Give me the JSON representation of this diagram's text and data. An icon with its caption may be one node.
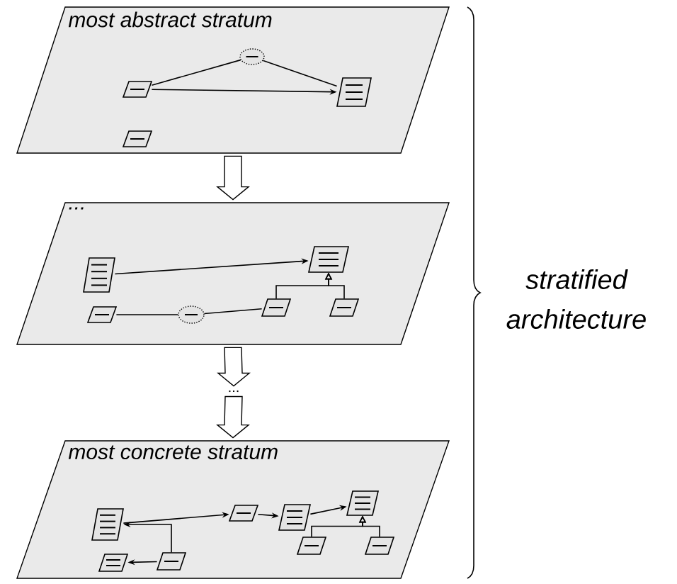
{
  "diagram": {
    "nodes": [
      {
        "text": [
          "most abstract stratum"
        ]
      },
      {
        "text": [],
        "shape": "box",
        "in": 0
      },
      {
        "text": [],
        "shape": "ellipse",
        "in": 0
      },
      {
        "text": [],
        "shape": "box",
        "in": 0
      },
      {
        "text": [],
        "shape": "box",
        "in": 0
      },
      {
        "text": [
          "..."
        ]
      },
      {
        "text": [],
        "shape": "box",
        "in": 5
      },
      {
        "text": [],
        "shape": "box",
        "in": 5
      },
      {
        "text": [],
        "shape": "box",
        "in": 5
      },
      {
        "text": [],
        "shape": "ellipse",
        "in": 5
      },
      {
        "text": [],
        "shape": "box",
        "in": 5
      },
      {
        "text": [],
        "shape": "box",
        "in": 5
      },
      {
        "text": [
          "..."
        ]
      },
      {
        "text": [
          "most concrete stratum"
        ]
      },
      {
        "text": [],
        "shape": "box",
        "in": 13
      },
      {
        "text": [],
        "shape": "box",
        "in": 13
      },
      {
        "text": [],
        "shape": "box",
        "in": 13
      },
      {
        "text": [],
        "shape": "box",
        "in": 13
      },
      {
        "text": [],
        "shape": "box",
        "in": 13
      },
      {
        "text": [],
        "shape": "box",
        "in": 13
      },
      {
        "text": [],
        "shape": "box",
        "in": 13
      },
      {
        "text": [],
        "shape": "box",
        "in": 13
      }
    ],
    "edges": [
      {
        "from": 1,
        "to": 3,
        "arrow": "to"
      },
      {
        "from": 1,
        "to": 2,
        "arrow": "none"
      },
      {
        "from": 2,
        "to": 3,
        "arrow": "none"
      },
      {
        "from": 0,
        "to": 5,
        "arrow": "to"
      },
      {
        "from": 6,
        "to": 7,
        "arrow": "to"
      },
      {
        "from": 8,
        "to": 9,
        "arrow": "none"
      },
      {
        "from": 9,
        "to": 10,
        "arrow": "none"
      },
      {
        "from": 10,
        "to": 7,
        "arrow": "to"
      },
      {
        "from": 11,
        "to": 7,
        "arrow": "to"
      },
      {
        "from": 5,
        "to": 12,
        "arrow": "to"
      },
      {
        "from": 12,
        "to": 13,
        "arrow": "to"
      },
      {
        "from": 14,
        "to": 15,
        "arrow": "to"
      },
      {
        "from": 15,
        "to": 16,
        "arrow": "to"
      },
      {
        "from": 16,
        "to": 17,
        "arrow": "to"
      },
      {
        "from": 18,
        "to": 17,
        "arrow": "to"
      },
      {
        "from": 19,
        "to": 17,
        "arrow": "to"
      },
      {
        "from": 21,
        "to": 14,
        "arrow": "to"
      },
      {
        "from": 21,
        "to": 20,
        "arrow": "to"
      }
    ],
    "labels": [
      "stratified architecture"
    ]
  }
}
